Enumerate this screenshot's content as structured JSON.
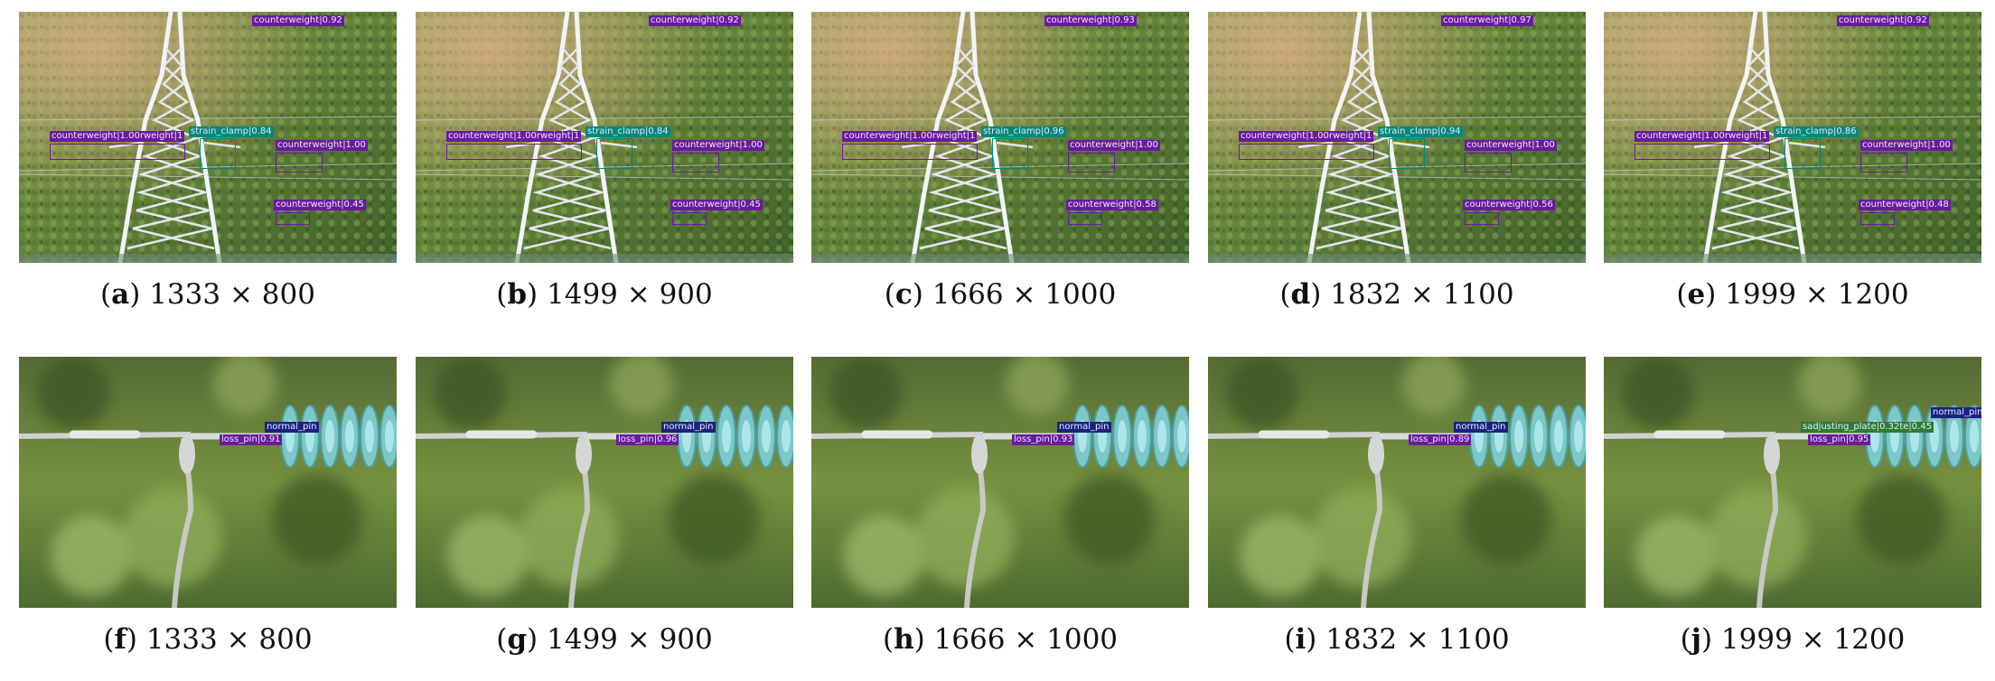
{
  "panels": [
    {
      "letter": "a",
      "size": "1333 × 800",
      "scene": "tower",
      "detections": [
        {
          "text": "counterweight|0.92",
          "color": "#6a1b9a"
        },
        {
          "text": "counterweight|1.00rweight|1",
          "color": "#6a1b9a"
        },
        {
          "text": "strain_clamp|0.84",
          "color": "#00897b"
        },
        {
          "text": "counterweight|1.00",
          "color": "#6a1b9a"
        },
        {
          "text": "counterweight|0.45",
          "color": "#6a1b9a"
        }
      ]
    },
    {
      "letter": "b",
      "size": "1499 × 900",
      "scene": "tower",
      "detections": [
        {
          "text": "counterweight|0.92",
          "color": "#6a1b9a"
        },
        {
          "text": "counterweight|1.00rweight|1",
          "color": "#6a1b9a"
        },
        {
          "text": "strain_clamp|0.84",
          "color": "#00897b"
        },
        {
          "text": "counterweight|1.00",
          "color": "#6a1b9a"
        },
        {
          "text": "counterweight|0.45",
          "color": "#6a1b9a"
        }
      ]
    },
    {
      "letter": "c",
      "size": "1666 × 1000",
      "scene": "tower",
      "detections": [
        {
          "text": "counterweight|0.93",
          "color": "#6a1b9a"
        },
        {
          "text": "counterweight|1.00rweight|1",
          "color": "#6a1b9a"
        },
        {
          "text": "strain_clamp|0.96",
          "color": "#00897b"
        },
        {
          "text": "counterweight|1.00",
          "color": "#6a1b9a"
        },
        {
          "text": "counterweight|0.58",
          "color": "#6a1b9a"
        }
      ]
    },
    {
      "letter": "d",
      "size": "1832 × 1100",
      "scene": "tower",
      "detections": [
        {
          "text": "counterweight|0.97",
          "color": "#6a1b9a"
        },
        {
          "text": "counterweight|1.00rweight|1",
          "color": "#6a1b9a"
        },
        {
          "text": "strain_clamp|0.94",
          "color": "#00897b"
        },
        {
          "text": "counterweight|1.00",
          "color": "#6a1b9a"
        },
        {
          "text": "counterweight|0.56",
          "color": "#6a1b9a"
        }
      ]
    },
    {
      "letter": "e",
      "size": "1999 × 1200",
      "scene": "tower",
      "detections": [
        {
          "text": "counterweight|0.92",
          "color": "#6a1b9a"
        },
        {
          "text": "counterweight|1.00rweight|1",
          "color": "#6a1b9a"
        },
        {
          "text": "strain_clamp|0.86",
          "color": "#00897b"
        },
        {
          "text": "counterweight|1.00",
          "color": "#6a1b9a"
        },
        {
          "text": "counterweight|0.48",
          "color": "#6a1b9a"
        }
      ]
    },
    {
      "letter": "f",
      "size": "1333 × 800",
      "scene": "insulator",
      "detections": [
        {
          "text": "normal_pin",
          "color": "#1a237e"
        },
        {
          "text": "loss_pin|0.91",
          "color": "#6a1b9a"
        }
      ]
    },
    {
      "letter": "g",
      "size": "1499 × 900",
      "scene": "insulator",
      "detections": [
        {
          "text": "normal_pin",
          "color": "#1a237e"
        },
        {
          "text": "loss_pin|0.96",
          "color": "#6a1b9a"
        }
      ]
    },
    {
      "letter": "h",
      "size": "1666 × 1000",
      "scene": "insulator",
      "detections": [
        {
          "text": "normal_pin",
          "color": "#1a237e"
        },
        {
          "text": "loss_pin|0.93",
          "color": "#6a1b9a"
        }
      ]
    },
    {
      "letter": "i",
      "size": "1832 × 1100",
      "scene": "insulator",
      "detections": [
        {
          "text": "normal_pin",
          "color": "#1a237e"
        },
        {
          "text": "loss_pin|0.89",
          "color": "#6a1b9a"
        }
      ]
    },
    {
      "letter": "j",
      "size": "1999 × 1200",
      "scene": "insulator",
      "detections": [
        {
          "text": "normal_pin",
          "color": "#1a237e"
        },
        {
          "text": "sadjusting_plate|0.32te|0.45",
          "color": "#2e7d32"
        },
        {
          "text": "loss_pin|0.95",
          "color": "#6a1b9a"
        }
      ]
    }
  ]
}
